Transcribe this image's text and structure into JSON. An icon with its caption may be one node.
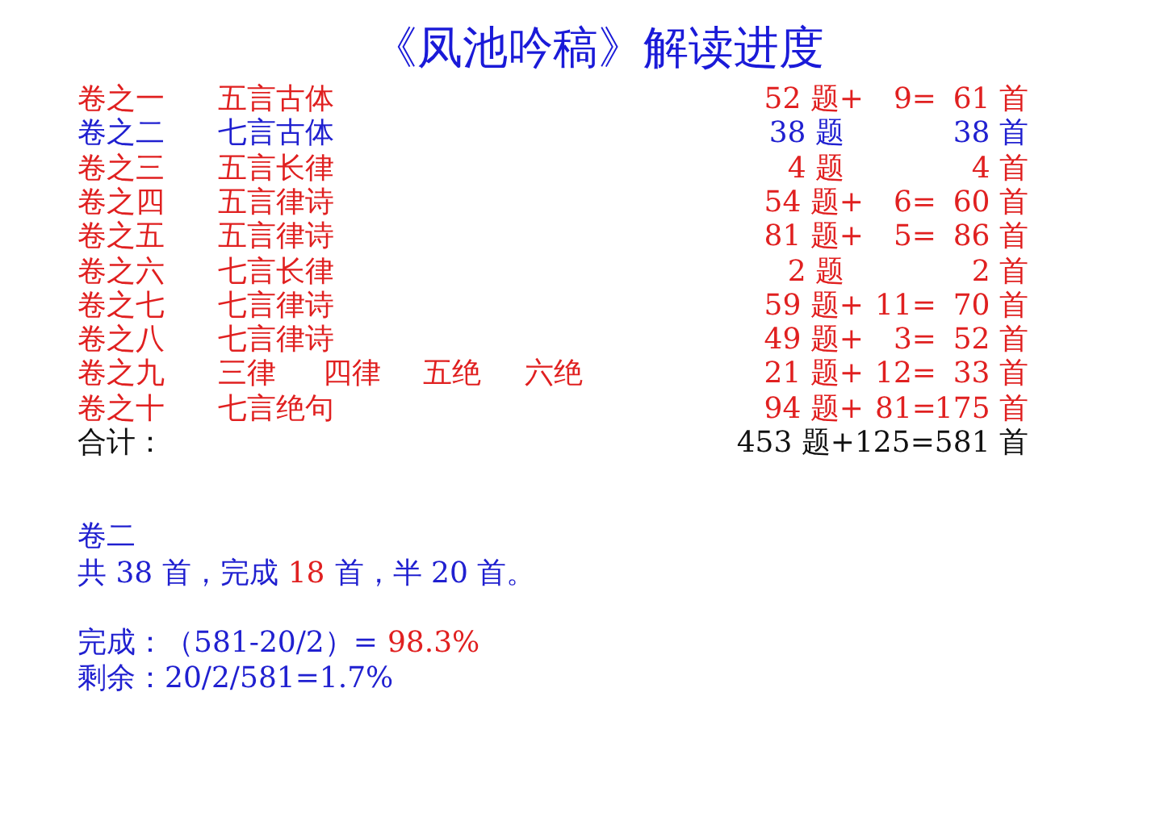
{
  "diagram": {
    "title": "《凤池吟稿》解读进度",
    "labels": [
      "卷之一",
      "五言古体",
      "52 题+",
      "9=",
      "61 首",
      "卷之二",
      "七言古体",
      "38 题",
      "38 首",
      "卷之三",
      "五言长律",
      "4 题",
      "4 首",
      "卷之四",
      "五言律诗",
      "54 题+",
      "6=",
      "60 首",
      "卷之五",
      "五言律诗",
      "81 题+",
      "5=",
      "86 首",
      "卷之六",
      "七言长律",
      "2 题",
      "2 首",
      "卷之七",
      "七言律诗",
      "59 题+",
      "11=",
      "70 首",
      "卷之八",
      "七言律诗",
      "49 题+",
      "3=",
      "52 首",
      "卷之九",
      "三律",
      "四律",
      "五绝",
      "六绝",
      "21 题+",
      "12=",
      "33 首",
      "卷之十",
      "七言绝句",
      "94 题+",
      "81=",
      "175 首",
      "合计：",
      "453 题+125=581 首",
      "卷二",
      "共 38 首，完成",
      "18",
      "首，半 20 首。",
      "完成：（581-20/2）=",
      "98.3%",
      "剩余：20/2/581=1.7%"
    ]
  }
}
